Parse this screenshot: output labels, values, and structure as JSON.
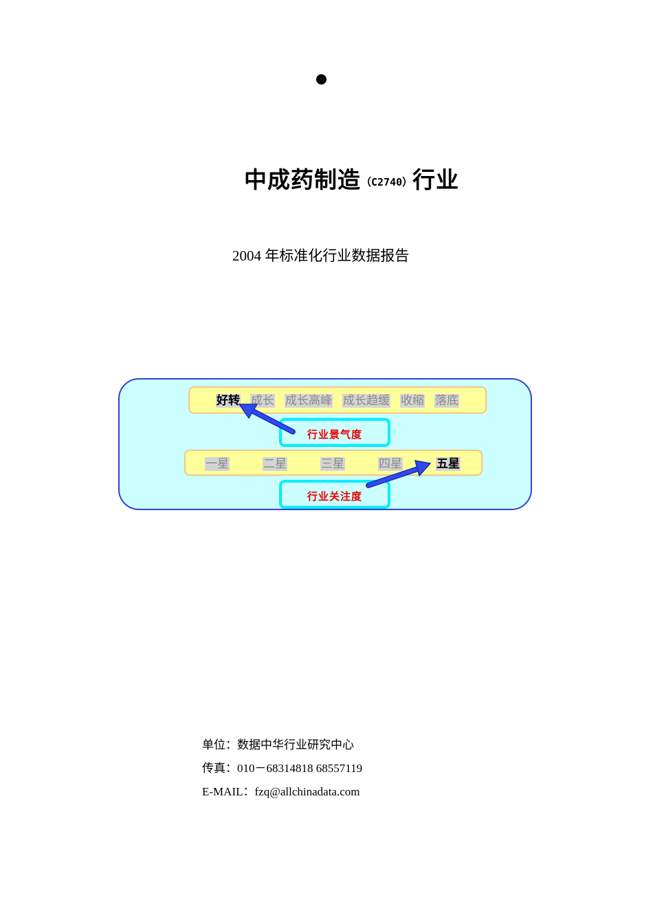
{
  "document": {
    "bullet_icon": "bullet-dot",
    "title_main": "中成药制造",
    "title_code": "（C2740）",
    "title_suffix": "行业",
    "subtitle": "2004 年标准化行业数据报告"
  },
  "diagram": {
    "colors": {
      "panel_bg": "#ccffff",
      "panel_border": "#3344cc",
      "strip_bg": "#ffff99",
      "strip_border": "#f4c58a",
      "label_border": "#00eeff",
      "label_text": "#ee0000",
      "arrow": "#2244ee"
    },
    "prosperity": {
      "label": "行业景气度",
      "options": [
        "好转",
        "成长",
        "成长高峰",
        "成长趋缓",
        "收缩",
        "落底"
      ],
      "selected": "好转"
    },
    "attention": {
      "label": "行业关注度",
      "options": [
        "一星",
        "二星",
        "三星",
        "四星",
        "五星"
      ],
      "selected": "五星"
    }
  },
  "contact": {
    "unit": "单位：数据中华行业研究中心",
    "fax": "传真：010－68314818  68557119",
    "email": "E-MAIL：fzq@allchinadata.com"
  }
}
